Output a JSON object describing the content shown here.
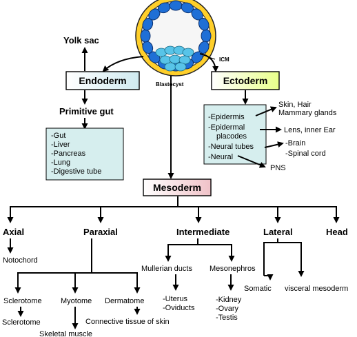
{
  "labels": {
    "yolk_sac": "Yolk sac",
    "icm": "ICM",
    "blastocyst": "Blastocyst",
    "endoderm": "Endoderm",
    "ectoderm": "Ectoderm",
    "primitive_gut": "Primitive gut",
    "mesoderm": "Mesoderm"
  },
  "endoderm_box": [
    "-Gut",
    "-Liver",
    "-Pancreas",
    "-Lung",
    "-Digestive tube"
  ],
  "ectoderm_box": [
    "-Epidermis",
    "-Epidermal",
    "placodes",
    "-Neural tubes",
    "-Neural"
  ],
  "ectoderm_targets": {
    "skin_hair": "Skin, Hair",
    "mammary": "Mammary glands",
    "lens": "Lens, inner Ear",
    "brain": "-Brain",
    "spinal": "-Spinal cord",
    "pns": "PNS"
  },
  "mesoderm_branches": {
    "axial": "Axial",
    "paraxial": "Paraxial",
    "intermediate": "Intermediate",
    "lateral": "Lateral",
    "head": "Head"
  },
  "axial": {
    "notochord": "Notochord"
  },
  "paraxial": {
    "sclerotome": "Sclerotome",
    "myotome": "Myotome",
    "dermatome": "Dermatome",
    "sclerotome_out": "Sclerotome",
    "skeletal_muscle": "Skeletal muscle",
    "connective": "Connective tissue of skin"
  },
  "intermediate": {
    "mullerian": "Mullerian ducts",
    "mesonephros": "Mesonephros",
    "uterus": "-Uterus",
    "oviducts": "-Oviducts",
    "kidney": "-Kidney",
    "ovary": "-Ovary",
    "testis": "-Testis"
  },
  "lateral": {
    "somatic": "Somatic",
    "visceral": "visceral mesoderm"
  },
  "colors": {
    "endoderm_box": "#e3f3f5",
    "ectoderm_box": "#f4ffc8",
    "mesoderm_box": "#f7e4e6",
    "list_box": "#d6eeee",
    "cell_fill": "#1f6fd6",
    "cell_ring": "#ffc817",
    "icm": "#58c4e8"
  }
}
